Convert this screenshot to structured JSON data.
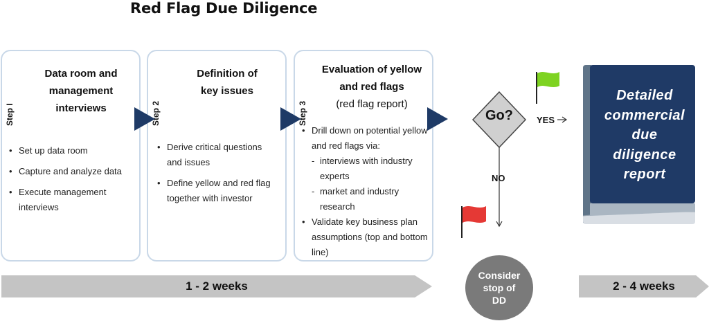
{
  "title": "Red Flag Due Diligence",
  "steps": [
    {
      "label": "Step I",
      "heading": [
        "Data room and",
        "management",
        "interviews"
      ],
      "bullets": [
        "Set up data room",
        "Capture and analyze data",
        "Execute management interviews"
      ]
    },
    {
      "label": "Step 2",
      "heading": [
        "Definition of",
        "key issues"
      ],
      "bullets": [
        "Derive critical questions and issues",
        "Define yellow and red flag together with investor"
      ]
    },
    {
      "label": "Step 3",
      "heading": [
        "Evaluation of yellow",
        "and red flags"
      ],
      "heading_sub": "(red flag report)",
      "bullets": [
        "Drill down on potential yellow and red flags via:",
        "Validate key business plan assumptions (top and bottom line)"
      ],
      "sub_bullets": [
        "interviews with industry experts",
        "market and industry research"
      ]
    }
  ],
  "decision": {
    "label": "Go?",
    "yes": "YES",
    "no": "NO"
  },
  "stop_label": [
    "Consider",
    "stop of",
    "DD"
  ],
  "book_title": [
    "Detailed",
    "commercial",
    "due",
    "diligence",
    "report"
  ],
  "timeline": {
    "phase1": "1 - 2 weeks",
    "phase2": "2 - 4 weeks"
  },
  "colors": {
    "navy": "#1e3a66",
    "book_cover": "#1f3a66",
    "card_border": "#c9d8e8",
    "bar_gray": "#c4c4c4",
    "circle_gray": "#7a7a7a",
    "green_flag": "#7ed321",
    "red_flag": "#e53935"
  },
  "icons": [
    "green-flag-icon",
    "red-flag-icon",
    "book-icon",
    "diamond-decision-icon",
    "arrow-right-icon",
    "arrow-down-icon"
  ]
}
